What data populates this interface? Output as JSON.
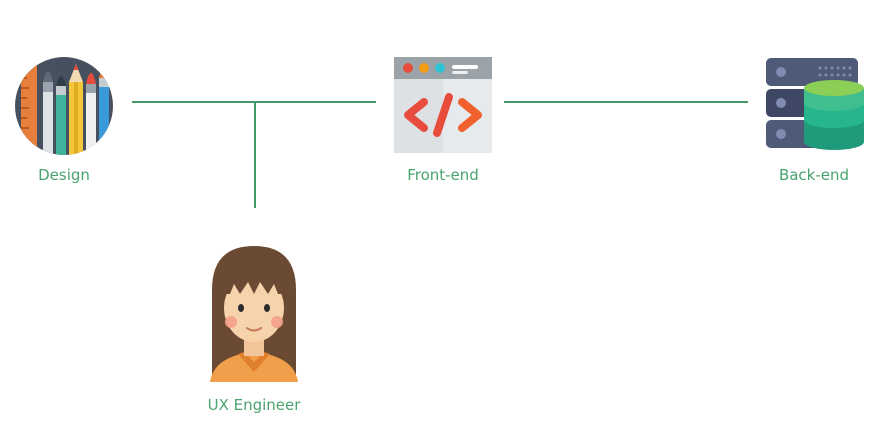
{
  "nodes": {
    "design": {
      "label": "Design",
      "icon": "paintbrushes-icon"
    },
    "frontend": {
      "label": "Front-end",
      "icon": "code-window-icon"
    },
    "backend": {
      "label": "Back-end",
      "icon": "server-database-icon"
    },
    "ux_engineer": {
      "label": "UX Engineer",
      "icon": "girl-avatar-icon"
    }
  },
  "colors": {
    "connector": "#3f9a66",
    "label": "#4aa36f"
  }
}
